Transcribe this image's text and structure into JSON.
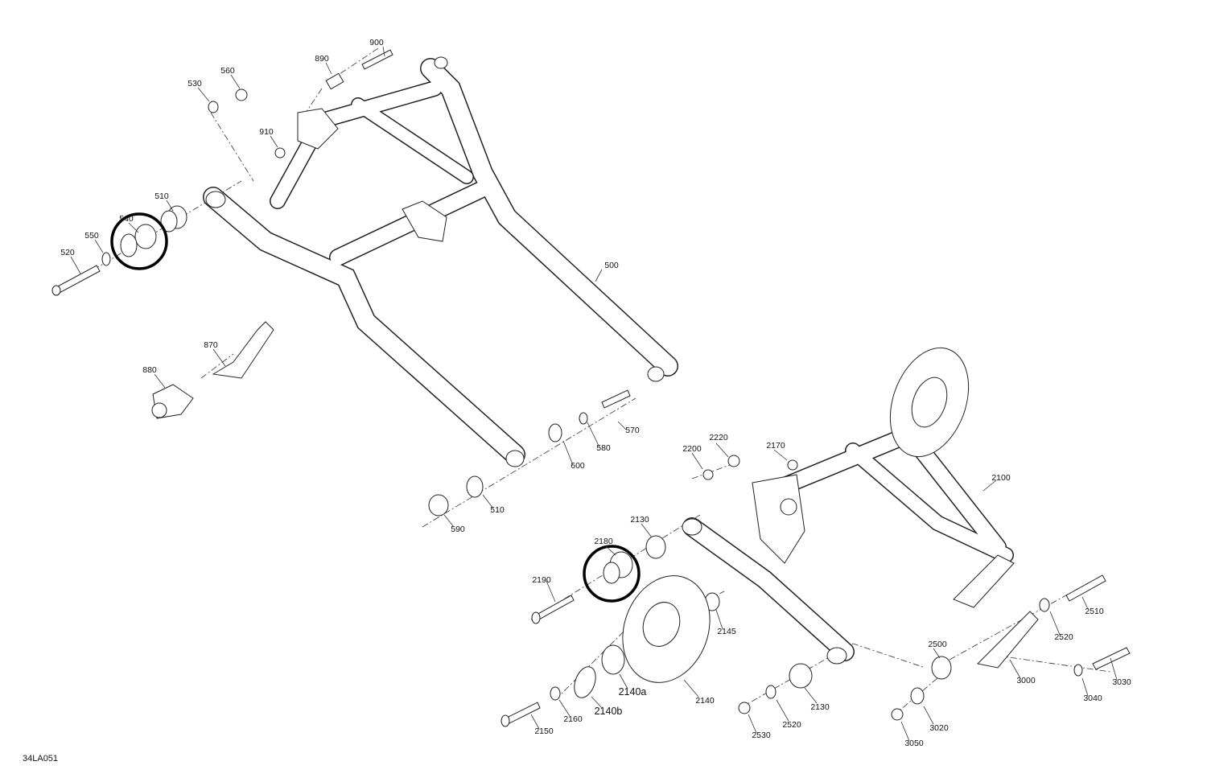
{
  "diagram": {
    "reference": "34LA051",
    "labels": [
      "900",
      "890",
      "560",
      "530",
      "910",
      "510",
      "540",
      "550",
      "520",
      "500",
      "870",
      "880",
      "570",
      "580",
      "600",
      "510",
      "590",
      "2220",
      "2200",
      "2170",
      "2100",
      "2130",
      "2180",
      "2190",
      "2145",
      "2510",
      "2520",
      "2500",
      "3000",
      "3030",
      "3040",
      "2140a",
      "2140b",
      "2140",
      "2160",
      "2150",
      "2530",
      "2520",
      "2130",
      "3020",
      "3050"
    ],
    "highlighted_parts": [
      "540",
      "2180"
    ]
  }
}
